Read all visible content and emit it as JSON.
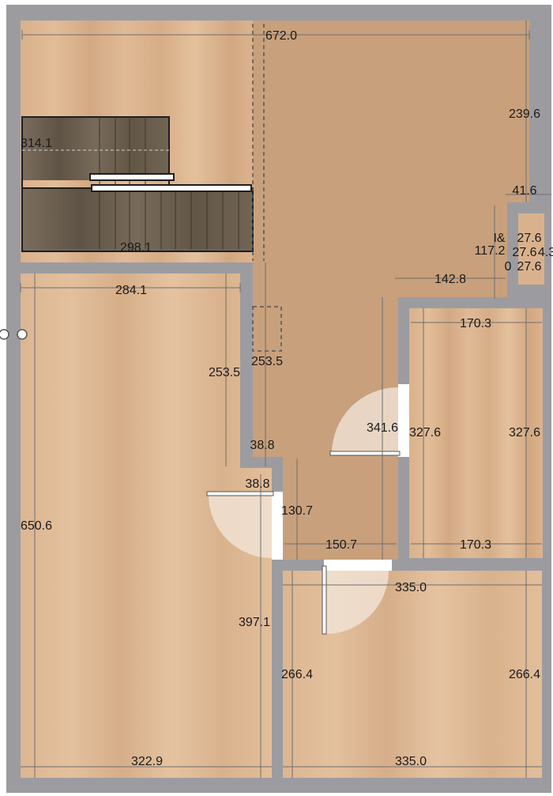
{
  "colors": {
    "wall": "#9a9a9e",
    "floor_light": "#dcb591",
    "floor_mid": "#cfa67f",
    "corridor": "#c9a07c",
    "stair": "#6b5e4f",
    "door": "#ffffff"
  },
  "dimensions": {
    "top_total": "672.0",
    "right_upper": "239.6",
    "right_notch": "41.6",
    "stair_height": "314.1",
    "stair_width": "298.1",
    "left_room_width": "284.1",
    "left_room_height": "650.6",
    "center_col_a": "253.5",
    "center_col_b": "253.5",
    "passage_a": "38.8",
    "passage_b": "38.8",
    "door_height": "130.7",
    "corridor_width": "150.7",
    "corridor_top": "142.8",
    "hall_depth": "341.6",
    "bedroom_w_top": "170.3",
    "bedroom_w_bottom": "170.3",
    "bedroom_h_left": "327.6",
    "bedroom_h_right": "327.6",
    "closet_depth": "117.2",
    "closet_a": "27.6",
    "closet_b": "27.6",
    "closet_c": "27.6",
    "closet_side": "4.3",
    "closet_zero": "0",
    "closet_label": "I&",
    "lower_right_top": "335.0",
    "lower_right_bottom": "335.0",
    "lower_right_left": "266.4",
    "lower_right_right": "266.4",
    "left_lower": "397.1",
    "left_bottom": "322.9"
  }
}
